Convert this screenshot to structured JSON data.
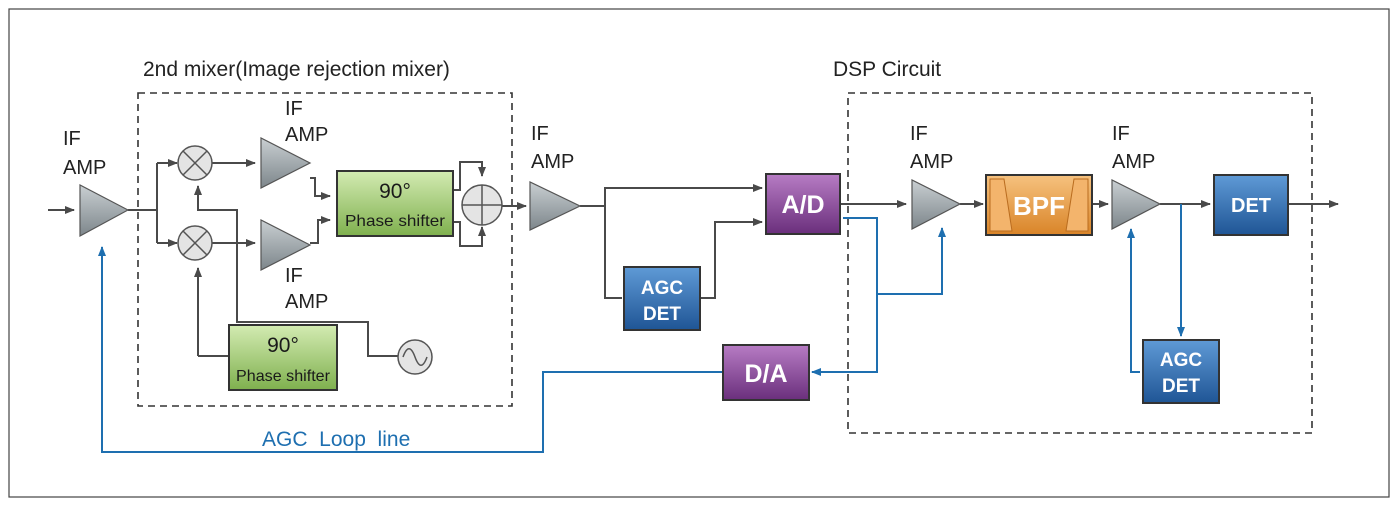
{
  "diagram": {
    "mixer_section_title": "2nd mixer(Image rejection mixer)",
    "dsp_section_title": "DSP Circuit",
    "if_amp_line1": "IF",
    "if_amp_line2": "AMP",
    "phase_shifter_top": {
      "angle": "90°",
      "label": "Phase shifter"
    },
    "phase_shifter_bottom": {
      "angle": "90°",
      "label": "Phase shifter"
    },
    "ad_label": "A/D",
    "da_label": "D/A",
    "bpf_label": "BPF",
    "det_label": "DET",
    "agc_det_1": {
      "line1": "AGC",
      "line2": "DET"
    },
    "agc_det_2": {
      "line1": "AGC",
      "line2": "DET"
    },
    "agc_loop_label": "AGC  Loop  line",
    "colors": {
      "signal_line": "#4a4a4a",
      "agc_line": "#1e6fb0",
      "amp_fill": "#9aa3a8",
      "phase_shifter_fill": "#a9cf7d",
      "ad_da_fill": "#8a4a9a",
      "agc_det_fill": "#2f6fb5",
      "bpf_fill": "#e8a04a"
    }
  }
}
